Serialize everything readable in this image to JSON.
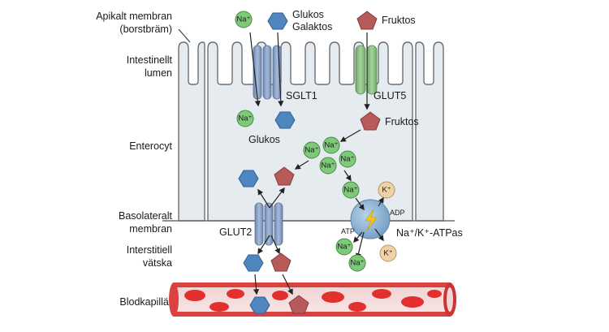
{
  "side_labels": {
    "apical_1": "Apikalt membran",
    "apical_2": "(borstbräm)",
    "lumen_1": "Intestinellt",
    "lumen_2": "lumen",
    "enterocyte": "Enterocyt",
    "basolateral_1": "Basolateralt",
    "basolateral_2": "membran",
    "interstitial_1": "Interstitiell",
    "interstitial_2": "vätska",
    "capillary": "Blodkapillär"
  },
  "legend": {
    "glucose": "Glukos",
    "galactose": "Galaktos",
    "fructose": "Fruktos"
  },
  "transporters": {
    "sglt1": "SGLT1",
    "glut5": "GLUT5",
    "glut2": "GLUT2",
    "pump": "Na⁺/K⁺-ATPas"
  },
  "labels": {
    "glucose_inside": "Glukos",
    "fructose_inside": "Fruktos",
    "adp": "ADP",
    "atp": "ATP"
  },
  "ions": {
    "na": "Na⁺",
    "k": "K⁺"
  },
  "colors": {
    "na": "#7fc97a",
    "na_stroke": "#3f8f3a",
    "k": "#efd2a6",
    "k_stroke": "#b79566",
    "hexagon": "#4f86bf",
    "pentagon": "#b65a5a",
    "cell": "#e6ebf0",
    "sglt": "#8fa6c8",
    "glut5": "#8cbd84",
    "pump": "#8fb4d3",
    "vessel": "#d9423e",
    "rbc": "#e2302f"
  },
  "icons": {
    "bolt": "lightning-bolt-icon"
  }
}
